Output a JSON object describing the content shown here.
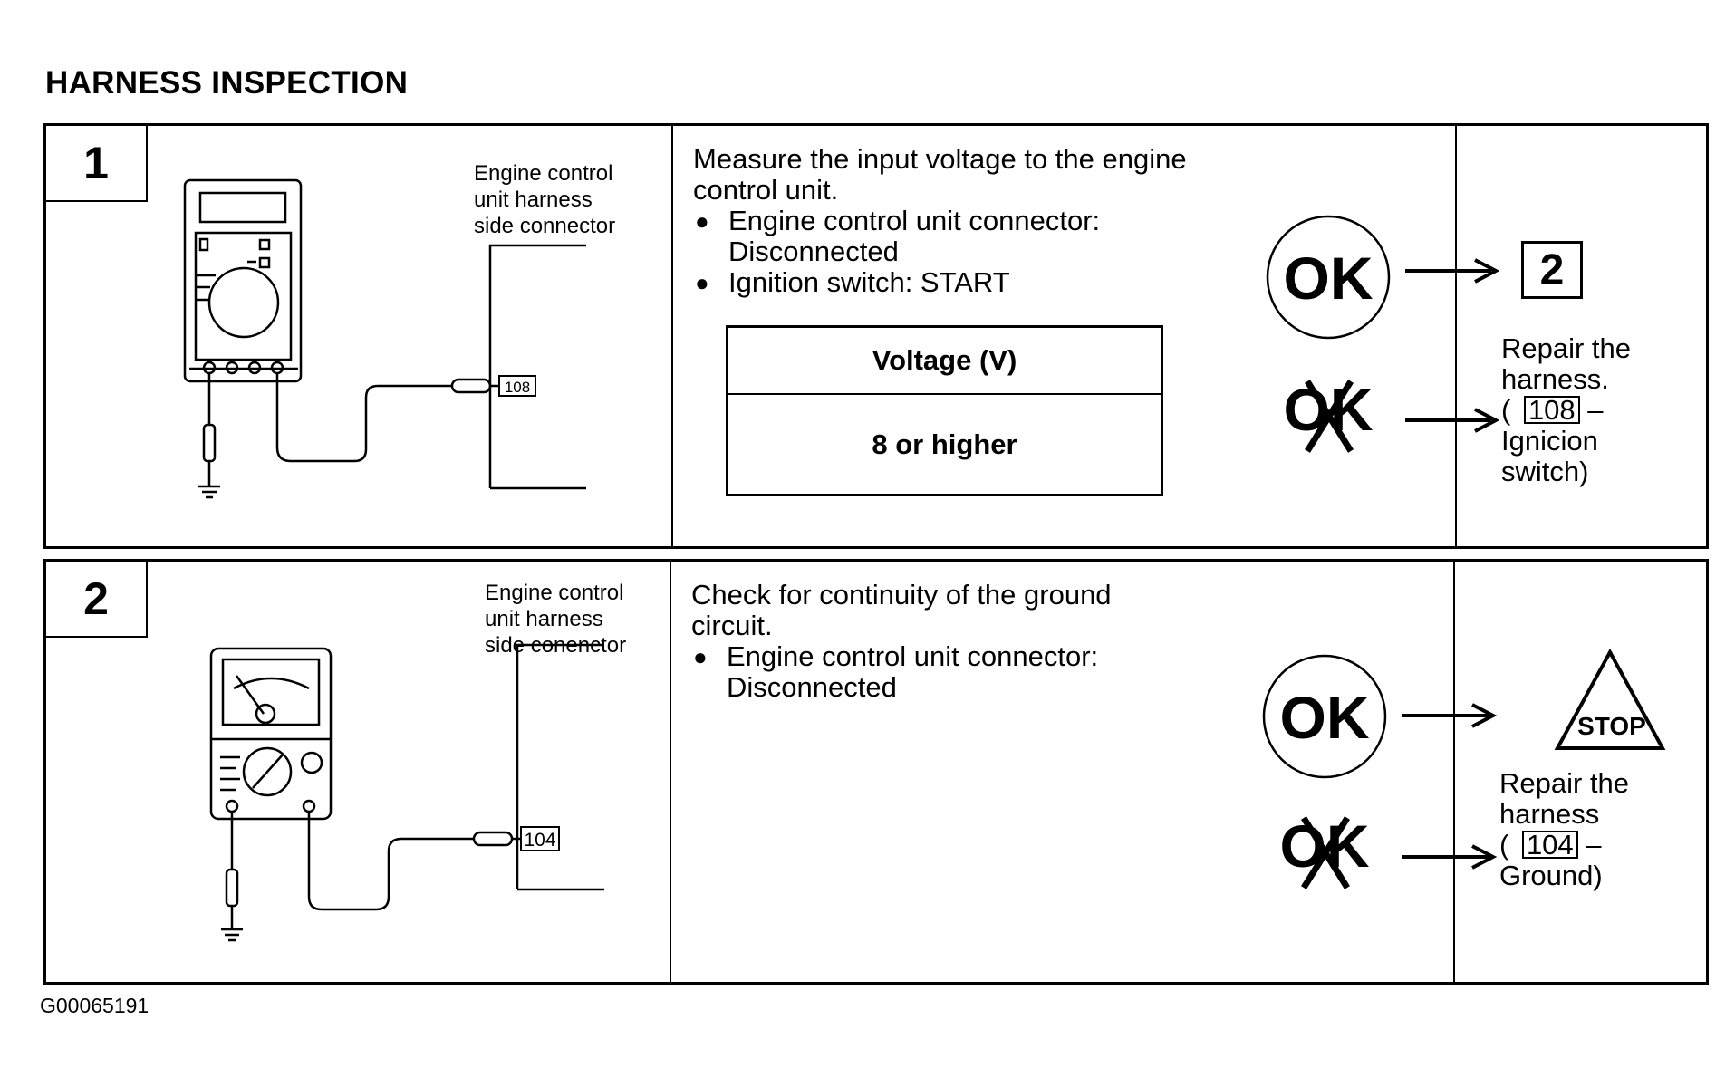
{
  "title": "HARNESS INSPECTION",
  "footer_code": "G00065191",
  "steps": [
    {
      "number": "1",
      "connector_label_lines": [
        "Engine control",
        "unit harness",
        "side connector"
      ],
      "terminal": "108",
      "instruction": "Measure the input voltage to the engine control unit.",
      "bullets": [
        "Engine control unit connector: Disconnected",
        "Ignition switch: START"
      ],
      "table": {
        "header": "Voltage (V)",
        "value": "8 or higher"
      },
      "ok_label": "OK",
      "ng_label": "OK",
      "ok_result": "2",
      "ng_repair": {
        "line1": "Repair the",
        "line2": "harness.",
        "terminal": "108",
        "dash": "–",
        "line4": "Ignicion",
        "line5": "switch)"
      }
    },
    {
      "number": "2",
      "connector_label_lines": [
        "Engine control",
        "unit harness",
        "side conenctor"
      ],
      "terminal": "104",
      "instruction": "Check for continuity of the ground circuit.",
      "bullets": [
        "Engine control unit connector: Disconnected"
      ],
      "ok_label": "OK",
      "ng_label": "OK",
      "ok_result": "STOP",
      "ng_repair": {
        "line1": "Repair the",
        "line2": "harness",
        "terminal": "104",
        "dash": "–",
        "line4": "Ground)"
      }
    }
  ]
}
